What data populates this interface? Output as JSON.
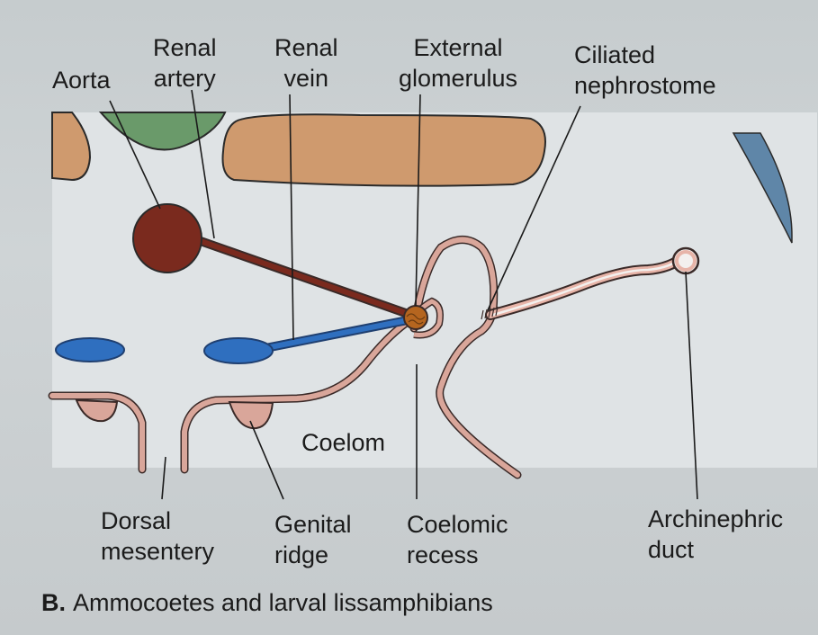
{
  "labels": {
    "aorta": "Aorta",
    "renal_artery": [
      "Renal",
      "artery"
    ],
    "renal_vein": [
      "Renal",
      "vein"
    ],
    "external_glomerulus": [
      "External",
      "glomerulus"
    ],
    "ciliated_nephrostome": [
      "Ciliated",
      "nephrostome"
    ],
    "coelom": "Coelom",
    "dorsal_mesentery": [
      "Dorsal",
      "mesentery"
    ],
    "genital_ridge": [
      "Genital",
      "ridge"
    ],
    "coelomic_recess": [
      "Coelomic",
      "recess"
    ],
    "archinephric_duct": [
      "Archinephric",
      "duct"
    ]
  },
  "caption": {
    "letter": "B.",
    "text": "Ammocoetes and larval lissamphibians"
  },
  "colors": {
    "background": "#c9cfd1",
    "tissue_panel": "#dfe3e5",
    "muscle": "#cf9a6e",
    "notochord": "#6a9a6a",
    "aorta": "#7a2a1e",
    "vein": "#2f6fbf",
    "peritoneum": "#d9a69a",
    "outline": "#3a2a28",
    "side_blue": "#5f86a8"
  }
}
